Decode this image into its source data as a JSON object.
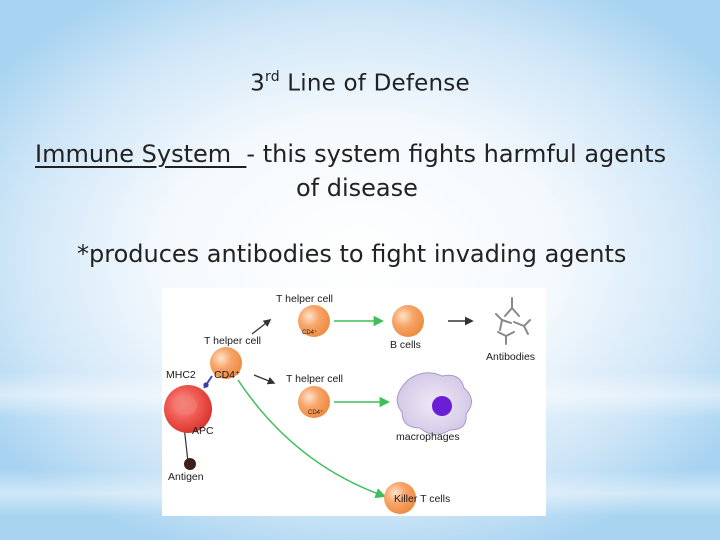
{
  "slide": {
    "title_pre": "3",
    "title_sup": "rd",
    "title_post": " Line of Defense",
    "term": "Immune System  ",
    "definition_line1": "- this system fights harmful agents",
    "definition_line2": "of disease",
    "note": "*produces antibodies to fight invading agents"
  },
  "diagram": {
    "labels": {
      "t_helper_top": "T helper cell",
      "cd4_top": "CD4⁺",
      "b_cells": "B cells",
      "antibodies": "Antibodies",
      "t_helper_left": "T helper cell",
      "mhc2": "MHC2",
      "cd4_left": "CD4⁺",
      "t_helper_mid": "T helper cell",
      "cd4_mid": "CD4⁺",
      "macrophages": "macrophages",
      "apc": "APC",
      "antigen": "Antigen",
      "killer_t_cells": "Killer T cells"
    },
    "colors": {
      "t_cell": "#f39a55",
      "apc": "#e8463f",
      "arrow_green": "#3fbf5a",
      "antigen": "#3a2018",
      "nucleus": "#6a1fd6"
    }
  }
}
